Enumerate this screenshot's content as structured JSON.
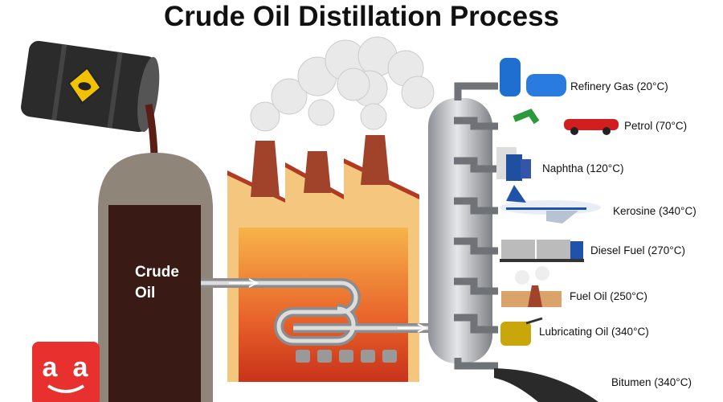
{
  "title": "Crude Oil Distillation Process",
  "source_label": "Crude Oil",
  "fractions": [
    {
      "name": "Refinery Gas (20°C)",
      "icon": "gas-cylinder-icon"
    },
    {
      "name": "Petrol (70°C)",
      "icon": "fuel-nozzle-car-icon"
    },
    {
      "name": "Naphtha (120°C)",
      "icon": "chemical-bottles-icon"
    },
    {
      "name": "Kerosine (340°C)",
      "icon": "airplane-icon"
    },
    {
      "name": "Diesel Fuel (270°C)",
      "icon": "truck-icon"
    },
    {
      "name": "Fuel Oil (250°C)",
      "icon": "factory-icon"
    },
    {
      "name": "Lubricating Oil (340°C)",
      "icon": "oil-can-icon"
    },
    {
      "name": "Bitumen (340°C)",
      "icon": "road-icon"
    }
  ],
  "colors": {
    "oil": "#3a1a14",
    "factory": "#f5c77e",
    "furnace": "#e2581c",
    "logo": "#e8312f",
    "column": "#b9bcc0"
  }
}
